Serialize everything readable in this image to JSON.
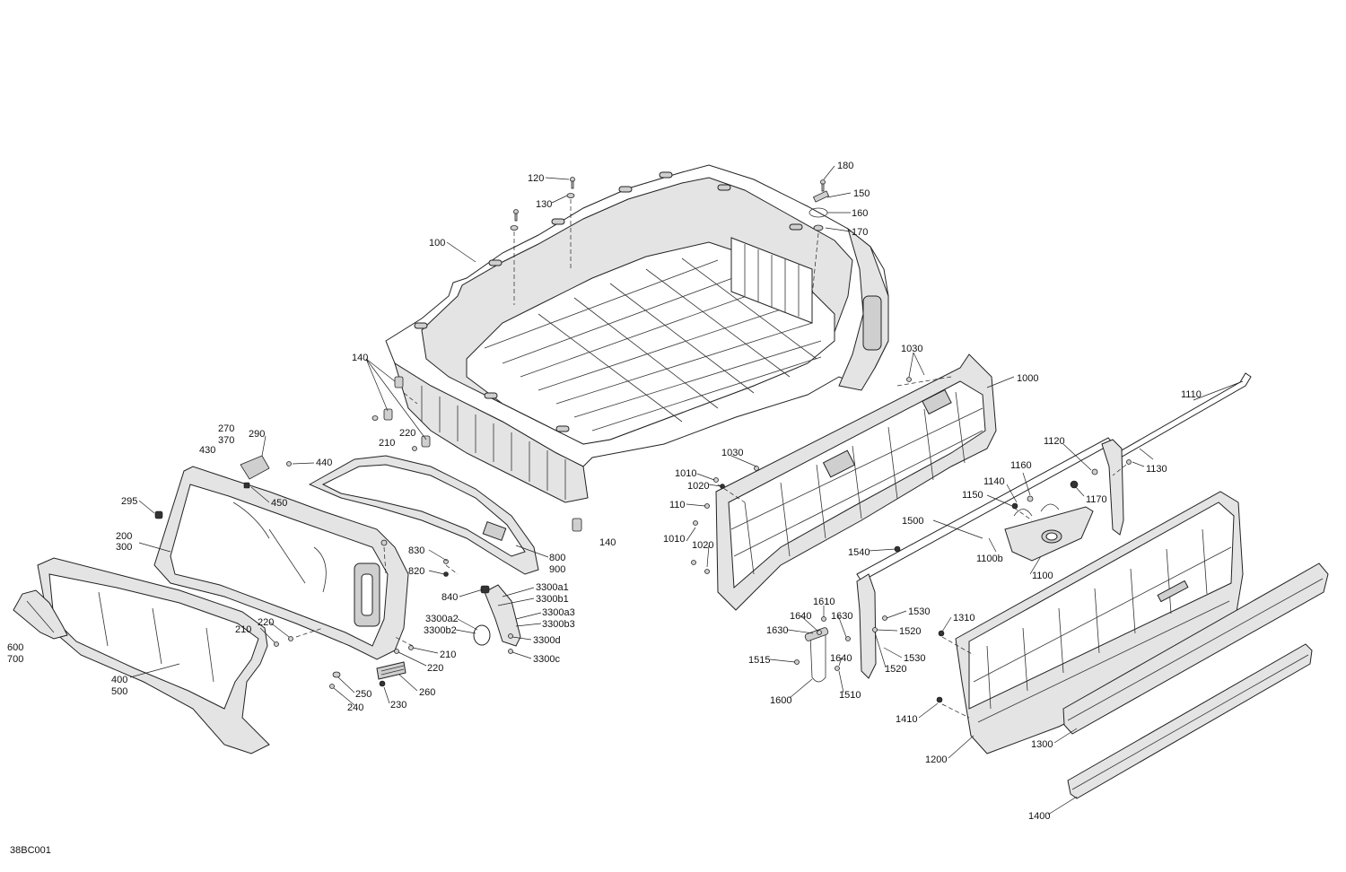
{
  "document_code": "38BC001",
  "callouts": [
    {
      "id": "120",
      "text": "120"
    },
    {
      "id": "130",
      "text": "130"
    },
    {
      "id": "180",
      "text": "180"
    },
    {
      "id": "150",
      "text": "150"
    },
    {
      "id": "160",
      "text": "160"
    },
    {
      "id": "170",
      "text": "170"
    },
    {
      "id": "100",
      "text": "100"
    },
    {
      "id": "140a",
      "text": "140"
    },
    {
      "id": "140b",
      "text": "140"
    },
    {
      "id": "1030a",
      "text": "1030"
    },
    {
      "id": "1000",
      "text": "1000"
    },
    {
      "id": "1110",
      "text": "1110"
    },
    {
      "id": "270",
      "text": "270"
    },
    {
      "id": "370",
      "text": "370"
    },
    {
      "id": "290",
      "text": "290"
    },
    {
      "id": "430",
      "text": "430"
    },
    {
      "id": "220a",
      "text": "220"
    },
    {
      "id": "210a",
      "text": "210"
    },
    {
      "id": "440",
      "text": "440"
    },
    {
      "id": "1120",
      "text": "1120"
    },
    {
      "id": "1030b",
      "text": "1030"
    },
    {
      "id": "1130",
      "text": "1130"
    },
    {
      "id": "1010a",
      "text": "1010"
    },
    {
      "id": "1020a",
      "text": "1020"
    },
    {
      "id": "450",
      "text": "450"
    },
    {
      "id": "1160",
      "text": "1160"
    },
    {
      "id": "1140",
      "text": "1140"
    },
    {
      "id": "1150",
      "text": "1150"
    },
    {
      "id": "1170",
      "text": "1170"
    },
    {
      "id": "295",
      "text": "295"
    },
    {
      "id": "110",
      "text": "110"
    },
    {
      "id": "200",
      "text": "200"
    },
    {
      "id": "300",
      "text": "300"
    },
    {
      "id": "1500",
      "text": "1500"
    },
    {
      "id": "1010b",
      "text": "1010"
    },
    {
      "id": "1020b",
      "text": "1020"
    },
    {
      "id": "1100b",
      "text": "1100b"
    },
    {
      "id": "1540",
      "text": "1540"
    },
    {
      "id": "830",
      "text": "830"
    },
    {
      "id": "800",
      "text": "800"
    },
    {
      "id": "900",
      "text": "900"
    },
    {
      "id": "820",
      "text": "820"
    },
    {
      "id": "1100",
      "text": "1100"
    },
    {
      "id": "3300a1",
      "text": "3300a1"
    },
    {
      "id": "3300b1",
      "text": "3300b1"
    },
    {
      "id": "840",
      "text": "840"
    },
    {
      "id": "1610",
      "text": "1610"
    },
    {
      "id": "1530a",
      "text": "1530"
    },
    {
      "id": "3300a3",
      "text": "3300a3"
    },
    {
      "id": "3300b3",
      "text": "3300b3"
    },
    {
      "id": "3300a2",
      "text": "3300a2"
    },
    {
      "id": "3300b2",
      "text": "3300b2"
    },
    {
      "id": "1640a",
      "text": "1640"
    },
    {
      "id": "1630a",
      "text": "1630"
    },
    {
      "id": "1310",
      "text": "1310"
    },
    {
      "id": "600",
      "text": "600"
    },
    {
      "id": "700",
      "text": "700"
    },
    {
      "id": "220b",
      "text": "220"
    },
    {
      "id": "210b",
      "text": "210"
    },
    {
      "id": "1630b",
      "text": "1630"
    },
    {
      "id": "1520a",
      "text": "1520"
    },
    {
      "id": "3300d",
      "text": "3300d"
    },
    {
      "id": "210c",
      "text": "210"
    },
    {
      "id": "1515",
      "text": "1515"
    },
    {
      "id": "1640b",
      "text": "1640"
    },
    {
      "id": "1530b",
      "text": "1530"
    },
    {
      "id": "3300c",
      "text": "3300c"
    },
    {
      "id": "220c",
      "text": "220"
    },
    {
      "id": "1520b",
      "text": "1520"
    },
    {
      "id": "400",
      "text": "400"
    },
    {
      "id": "500",
      "text": "500"
    },
    {
      "id": "260",
      "text": "260"
    },
    {
      "id": "250",
      "text": "250"
    },
    {
      "id": "1510",
      "text": "1510"
    },
    {
      "id": "1600",
      "text": "1600"
    },
    {
      "id": "230",
      "text": "230"
    },
    {
      "id": "240",
      "text": "240"
    },
    {
      "id": "1410",
      "text": "1410"
    },
    {
      "id": "1300",
      "text": "1300"
    },
    {
      "id": "1200",
      "text": "1200"
    },
    {
      "id": "1400",
      "text": "1400"
    }
  ]
}
